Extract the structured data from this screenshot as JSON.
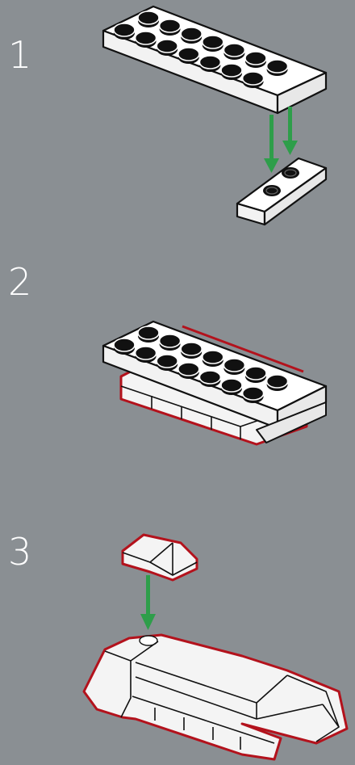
{
  "steps": [
    {
      "number": "1"
    },
    {
      "number": "2"
    },
    {
      "number": "3"
    }
  ],
  "colors": {
    "background": "#8a8f93",
    "brick": "#ffffff",
    "outline": "#111111",
    "stud": "#111111",
    "arrow": "#2e9e4a",
    "highlight": "#b3121c"
  }
}
